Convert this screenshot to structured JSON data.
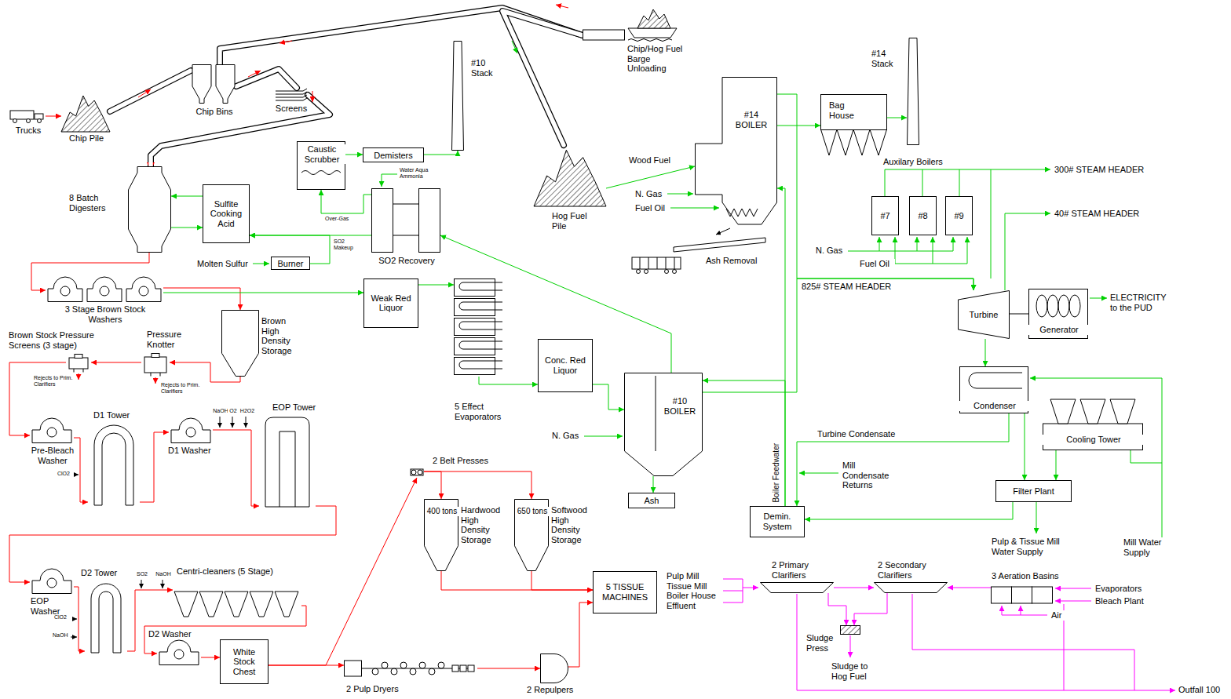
{
  "diagram": {
    "nodes": [
      {
        "text": [
          "Trucks"
        ]
      },
      {
        "text": [
          "Chip Pile"
        ]
      },
      {
        "text": [
          "Chip Bins"
        ]
      },
      {
        "text": [
          "Screens"
        ]
      },
      {
        "text": [
          "Chip/Hog Fuel Barge Unloading"
        ]
      },
      {
        "text": [
          "Hog Fuel Pile"
        ]
      },
      {
        "text": [
          "#10 Stack"
        ]
      },
      {
        "text": [
          "#14 Stack"
        ]
      },
      {
        "text": [
          "8 Batch Digesters"
        ]
      },
      {
        "text": [
          "Sulfite Cooking Acid"
        ]
      },
      {
        "text": [
          "Caustic Scrubber"
        ]
      },
      {
        "text": [
          "Demisters"
        ]
      },
      {
        "text": [
          "Burner"
        ]
      },
      {
        "text": [
          "SO2 Recovery"
        ]
      },
      {
        "text": [
          "3 Stage Brown Stock Washers"
        ]
      },
      {
        "text": [
          "Brown High Density Storage"
        ]
      },
      {
        "text": [
          "Weak Red Liquor"
        ]
      },
      {
        "text": [
          "5 Effect Evaporators"
        ]
      },
      {
        "text": [
          "Conc. Red Liquor"
        ]
      },
      {
        "text": [
          "#10 BOILER"
        ]
      },
      {
        "text": [
          "Ash"
        ]
      },
      {
        "text": [
          "Brown Stock Pressure Screens (3 stage)"
        ]
      },
      {
        "text": [
          "Pressure Knotter"
        ]
      },
      {
        "text": [
          "Pre-Bleach Washer"
        ]
      },
      {
        "text": [
          "D1 Tower"
        ]
      },
      {
        "text": [
          "D1 Washer"
        ]
      },
      {
        "text": [
          "EOP Tower"
        ]
      },
      {
        "text": [
          "EOP Washer"
        ]
      },
      {
        "text": [
          "D2 Tower"
        ]
      },
      {
        "text": [
          "Centri-cleaners (5 Stage)"
        ]
      },
      {
        "text": [
          "D2 Washer"
        ]
      },
      {
        "text": [
          "White Stock Chest"
        ]
      },
      {
        "text": [
          "2 Pulp Dryers"
        ]
      },
      {
        "text": [
          "2 Repulpers"
        ]
      },
      {
        "text": [
          "2 Belt Presses"
        ]
      },
      {
        "text": [
          "400 tons",
          "Hardwood High Density Storage"
        ]
      },
      {
        "text": [
          "650 tons",
          "Softwood High Density Storage"
        ]
      },
      {
        "text": [
          "5 TISSUE MACHINES"
        ]
      },
      {
        "text": [
          "#14 BOILER"
        ]
      },
      {
        "text": [
          "Bag House"
        ]
      },
      {
        "text": [
          "#7"
        ]
      },
      {
        "text": [
          "#8"
        ]
      },
      {
        "text": [
          "#9"
        ]
      },
      {
        "text": [
          "Turbine"
        ]
      },
      {
        "text": [
          "Generator"
        ]
      },
      {
        "text": [
          "Condenser"
        ]
      },
      {
        "text": [
          "Cooling Tower"
        ]
      },
      {
        "text": [
          "Filter Plant"
        ]
      },
      {
        "text": [
          "Demin. System"
        ]
      },
      {
        "text": [
          "2 Primary Clarifiers"
        ]
      },
      {
        "text": [
          "2 Secondary Clarifiers"
        ]
      },
      {
        "text": [
          "3 Aeration Basins"
        ]
      },
      {
        "text": [
          "Sludge Press"
        ]
      }
    ],
    "edges": [
      {
        "from": 0,
        "to": 1,
        "arrow": "to"
      },
      {
        "from": 1,
        "to": 2,
        "arrow": "none"
      },
      {
        "from": 4,
        "to": 2,
        "arrow": "none"
      },
      {
        "from": 4,
        "to": 5,
        "arrow": "none"
      },
      {
        "from": 2,
        "to": 3,
        "arrow": "none"
      },
      {
        "from": 3,
        "to": 8,
        "arrow": "to"
      },
      {
        "from": 5,
        "to": 38,
        "arrow": "to",
        "label": "Wood Fuel"
      },
      {
        "from": 8,
        "to": 14,
        "arrow": "to"
      },
      {
        "from": 14,
        "to": 15,
        "arrow": "to"
      },
      {
        "from": 14,
        "to": 16,
        "arrow": "to"
      },
      {
        "from": 15,
        "to": 22,
        "arrow": "to"
      },
      {
        "from": 22,
        "to": 21,
        "arrow": "to"
      },
      {
        "from": 21,
        "to": 23,
        "arrow": "to"
      },
      {
        "from": 23,
        "to": 24,
        "arrow": "to"
      },
      {
        "from": 24,
        "to": 25,
        "arrow": "to"
      },
      {
        "from": 25,
        "to": 26,
        "arrow": "to"
      },
      {
        "from": 26,
        "to": 27,
        "arrow": "to"
      },
      {
        "from": 27,
        "to": 28,
        "arrow": "to"
      },
      {
        "from": 28,
        "to": 29,
        "arrow": "to"
      },
      {
        "from": 29,
        "to": 30,
        "arrow": "to"
      },
      {
        "from": 30,
        "to": 31,
        "arrow": "to"
      },
      {
        "from": 31,
        "to": 34,
        "arrow": "to"
      },
      {
        "from": 31,
        "to": 32,
        "arrow": "to"
      },
      {
        "from": 34,
        "to": 35,
        "arrow": "to"
      },
      {
        "from": 34,
        "to": 36,
        "arrow": "to"
      },
      {
        "from": 35,
        "to": 37,
        "arrow": "to"
      },
      {
        "from": 36,
        "to": 37,
        "arrow": "to"
      },
      {
        "from": 32,
        "to": 33,
        "arrow": "to"
      },
      {
        "from": 33,
        "to": 37,
        "arrow": "to"
      },
      {
        "from": 9,
        "to": 8,
        "arrow": "to"
      },
      {
        "from": 8,
        "to": 9,
        "arrow": "to"
      },
      {
        "from": 13,
        "to": 9,
        "arrow": "to"
      },
      {
        "from": 12,
        "to": 9,
        "arrow": "to",
        "label": "SO2 Makeup"
      },
      {
        "from": 13,
        "to": 10,
        "arrow": "to",
        "label": "Over-Gas"
      },
      {
        "from": 10,
        "to": 11,
        "arrow": "to"
      },
      {
        "from": 11,
        "to": 6,
        "arrow": "to"
      },
      {
        "from": 19,
        "to": 13,
        "arrow": "to"
      },
      {
        "from": 16,
        "to": 17,
        "arrow": "to"
      },
      {
        "from": 17,
        "to": 18,
        "arrow": "to"
      },
      {
        "from": 18,
        "to": 19,
        "arrow": "to"
      },
      {
        "from": 19,
        "to": 20,
        "arrow": "to"
      },
      {
        "from": 48,
        "to": 19,
        "arrow": "to"
      },
      {
        "from": 48,
        "to": 38,
        "arrow": "to"
      },
      {
        "from": 38,
        "to": 43,
        "arrow": "to"
      },
      {
        "from": 19,
        "to": 43,
        "arrow": "to"
      },
      {
        "from": 38,
        "to": 39,
        "arrow": "to"
      },
      {
        "from": 39,
        "to": 7,
        "arrow": "to"
      },
      {
        "from": 43,
        "to": 44,
        "arrow": "none"
      },
      {
        "from": 43,
        "to": 45,
        "arrow": "to"
      },
      {
        "from": 45,
        "to": 48,
        "arrow": "to",
        "label": "Turbine Condensate"
      },
      {
        "from": 45,
        "to": 47,
        "arrow": "to"
      },
      {
        "from": 46,
        "to": 47,
        "arrow": "to"
      },
      {
        "from": 47,
        "to": 48,
        "arrow": "to"
      },
      {
        "from": 49,
        "to": 50,
        "arrow": "to"
      },
      {
        "from": 51,
        "to": 50,
        "arrow": "to"
      },
      {
        "from": 49,
        "to": 52,
        "arrow": "to"
      },
      {
        "from": 50,
        "to": 52,
        "arrow": "to"
      }
    ],
    "labels": [
      "Molten Sulfur",
      "Water Aqua Ammonia",
      "Rejects to Prim. Clarifiers",
      "Rejects to Prim. Clarifiers",
      "ClO2",
      "NaOH",
      "O2",
      "H2O2",
      "ClO2",
      "NaOH",
      "SO2",
      "NaOH",
      "N. Gas",
      "Fuel Oil",
      "Ash Removal",
      "N. Gas",
      "Auxilary Boilers",
      "300# STEAM HEADER",
      "40# STEAM HEADER",
      "N. Gas",
      "Fuel Oil",
      "825# STEAM HEADER",
      "ELECTRICITY to the PUD",
      "Boiler Feedwater",
      "Mill Condensate Returns",
      "Pulp & Tissue Mill Water Supply",
      "Mill Water Supply",
      "Pulp Mill Tissue Mill Boiler House Effluent",
      "Evaporators",
      "Bleach Plant",
      "Air",
      "Sludge to Hog Fuel",
      "Outfall 100"
    ]
  }
}
